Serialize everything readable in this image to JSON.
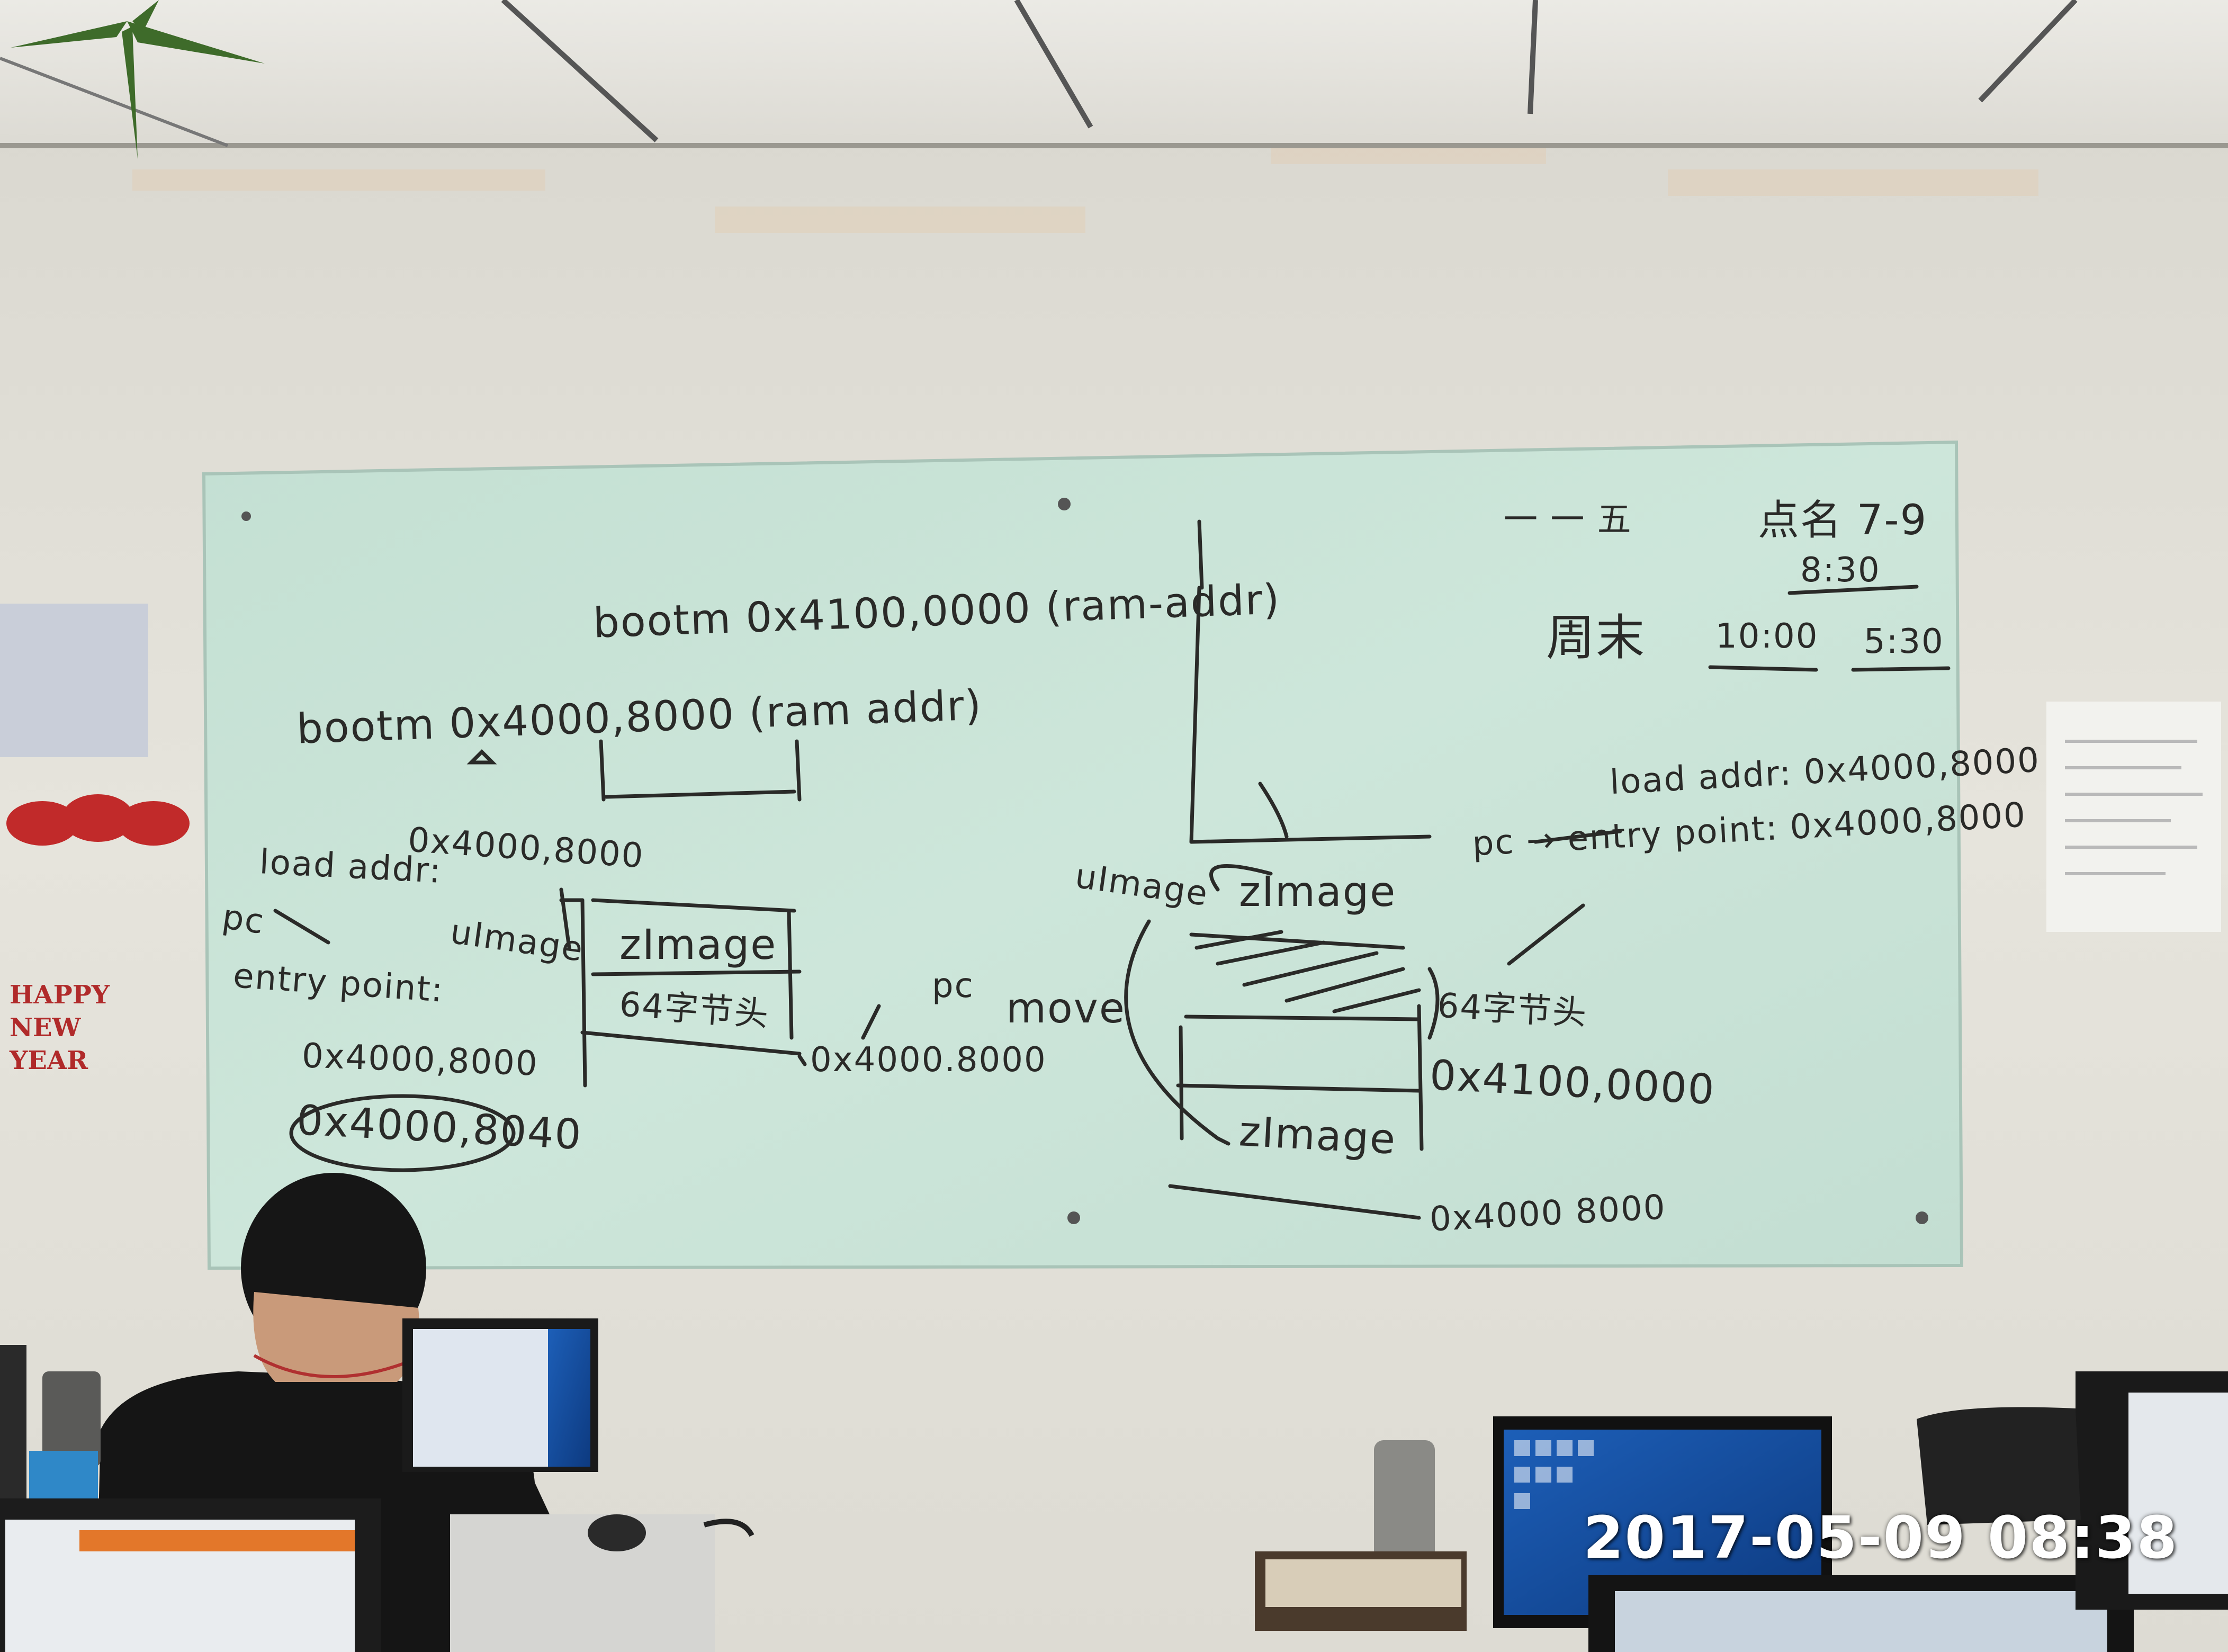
{
  "photo": {
    "timestamp": "2017-05-09 08:38",
    "poster_text": [
      "HAPPY",
      "NEW",
      "YEAR"
    ]
  },
  "whiteboard": {
    "left_top": {
      "bootm_1": "bootm 0x4100,0000 (ram-addr)",
      "bootm_2": "bootm 0x4000,8000 (ram addr)",
      "load_addr": "load addr:",
      "load_value": "0x4000,8000",
      "pc": "pc",
      "entry_point": "entry point:",
      "addr_1": "0x4000,8000",
      "addr_2": "0x4000,8040"
    },
    "middle": {
      "uimage": "uImage",
      "zimage": "zImage",
      "header": "64字节头",
      "addr": "0x4000.8000",
      "pc": "pc",
      "move": "move"
    },
    "right_diagram": {
      "uimage": "uImage",
      "zimage_top": "zImage",
      "header": "64字节头",
      "addr_top": "0x4100,0000",
      "zimage_bottom": "zImage",
      "addr_bottom": "0x4000 8000"
    },
    "schedule": {
      "weekday_label": "一 一 五",
      "weekday_hours": "点名 7-9",
      "weekday_end": "8:30",
      "weekend_label": "周末",
      "weekend_start": "10:00",
      "weekend_end": "5:30"
    },
    "right_notes": {
      "load_addr": "load addr: 0x4000,8000",
      "pc_entry": "pc → entry point: 0x4000,8000"
    }
  },
  "colors": {
    "wall": "#e4e2da",
    "whiteboard": "#c9e3d6",
    "ink": "#2a2a28",
    "timestamp": "#ffffff",
    "poster_red": "#b02a2a"
  }
}
